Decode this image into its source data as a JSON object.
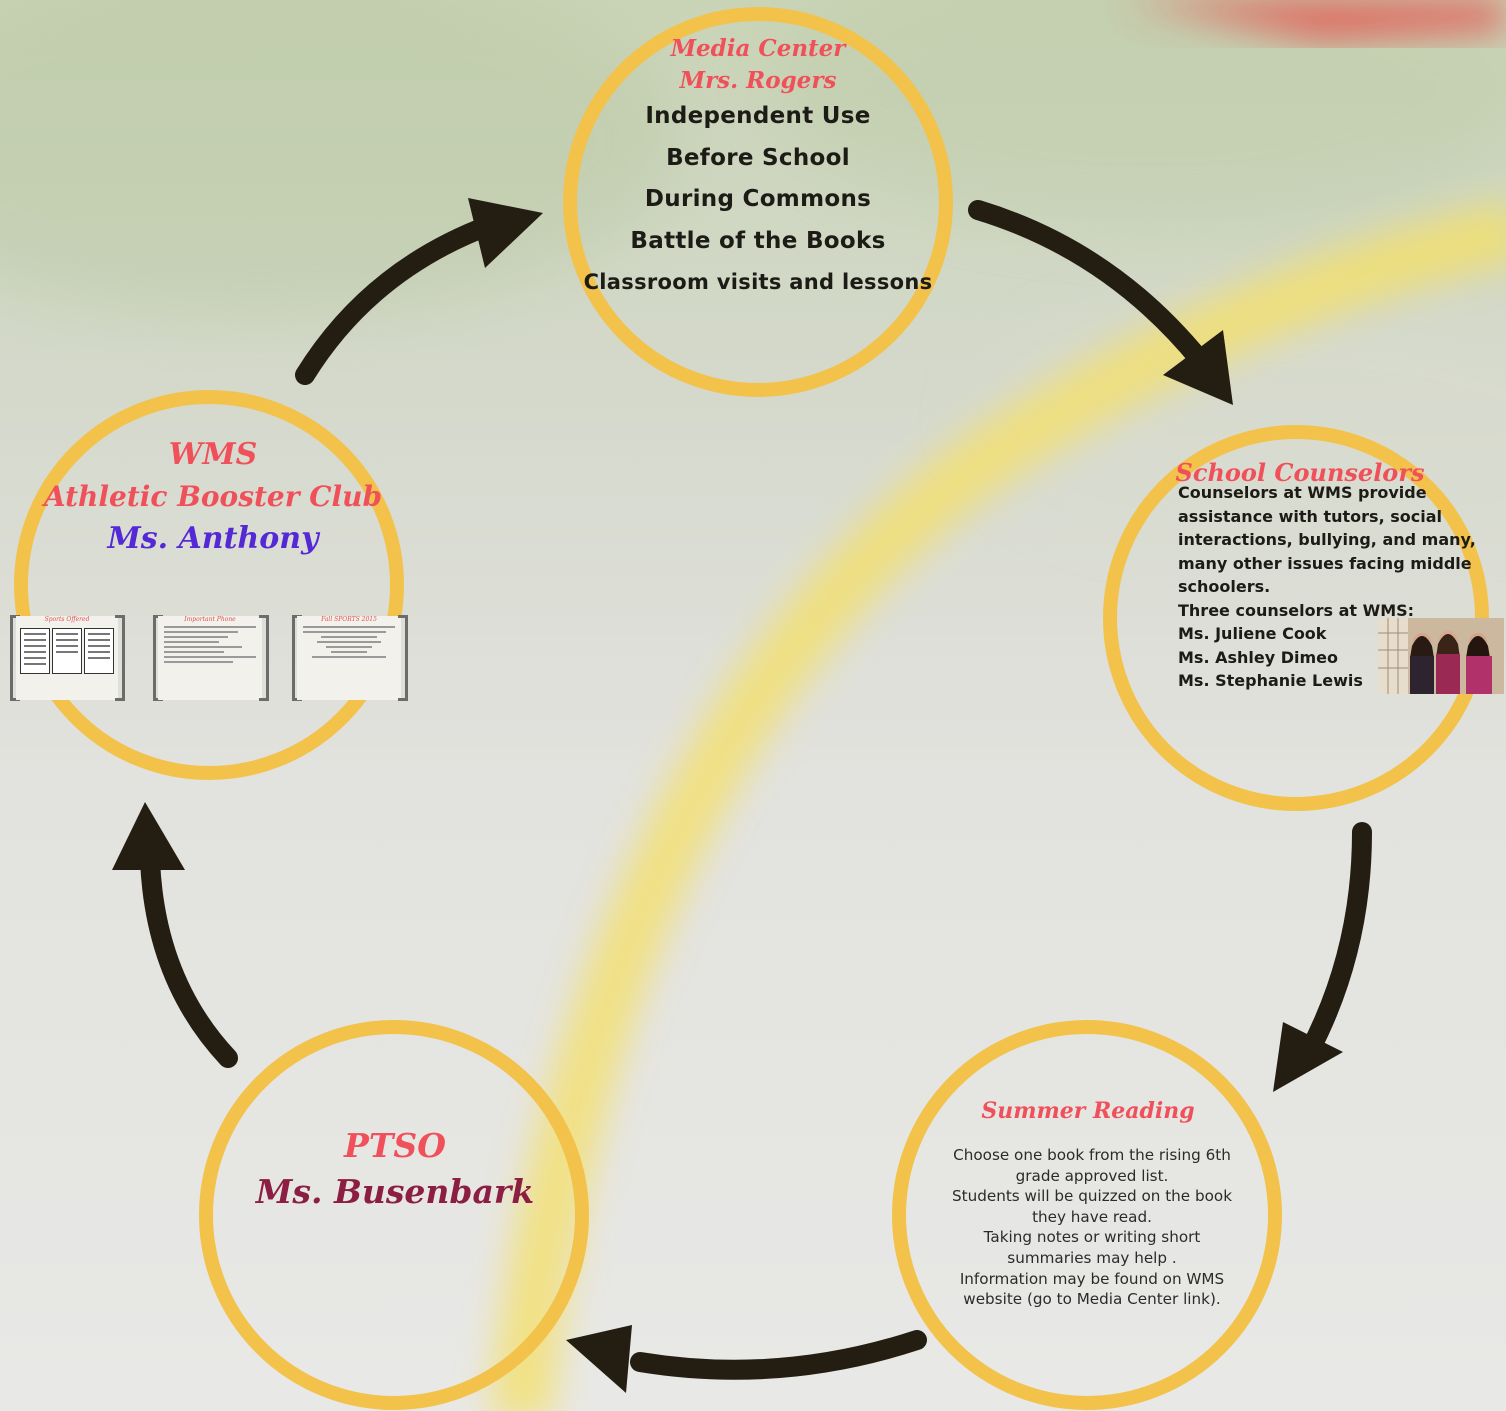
{
  "colors": {
    "ring": "#f2c24b",
    "title_red": "#f0505a",
    "anthony_blue": "#5528d6",
    "busenbark_maroon": "#8b1e42",
    "arrow": "#231d12"
  },
  "media_center": {
    "title": "Media Center",
    "name": "Mrs. Rogers",
    "items": [
      "Independent Use",
      "Before School",
      "During Commons",
      "Battle of the Books",
      "Classroom visits and lessons"
    ]
  },
  "counselors": {
    "title": "School Counselors",
    "lines": [
      "Counselors at WMS provide",
      "assistance with tutors, social",
      "interactions, bullying, and many,",
      "many other issues facing middle",
      "schoolers.",
      "Three counselors at WMS:",
      "Ms. Juliene Cook",
      "Ms. Ashley Dimeo",
      "Ms. Stephanie Lewis"
    ],
    "photo_icon": "counselors-photo"
  },
  "summer_reading": {
    "title": "Summer Reading",
    "lines": [
      "Choose one book from the rising 6th",
      "grade approved list.",
      "Students will be quizzed on the book",
      "they have read.",
      "Taking notes or writing short",
      "summaries may help .",
      "Information may be found on WMS",
      "website (go to Media Center link)."
    ]
  },
  "ptso": {
    "title": "PTSO",
    "name": "Ms. Busenbark"
  },
  "booster": {
    "line1": "WMS",
    "line2": "Athletic Booster Club",
    "name": "Ms. Anthony",
    "doc_titles": [
      "Sports Offered",
      "Important Phone",
      "Fall SPORTS 2015"
    ]
  }
}
